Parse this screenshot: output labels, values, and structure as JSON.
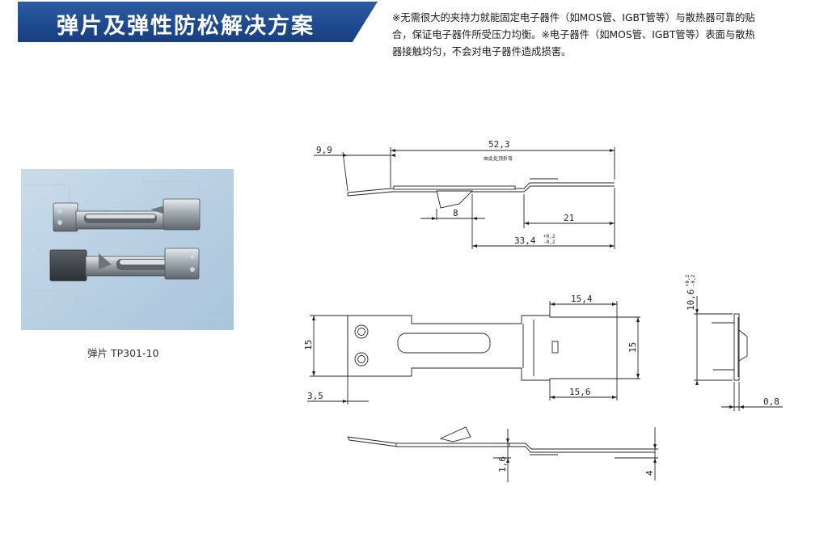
{
  "header": {
    "title": "弹片及弹性防松解决方案"
  },
  "description": {
    "line1": "※无需很大的夹持力就能固定电子器件（如MOS管、IGBT管等）与散热器可靠的贴",
    "line2": "合，保证电子器件所受压力均衡。※电子器件（如MOS管、IGBT管等）表面与散热",
    "line3": "器接触均匀，不会对电子器件造成损害。"
  },
  "photo": {
    "caption": "弹片  TP301-10"
  },
  "drawing": {
    "top_view": {
      "dim_9_9": "9,9",
      "dim_52_3": "52,3",
      "bend_note": "由此处顶折弯",
      "dim_8": "8",
      "dim_21": "21",
      "dim_33_4": "33,4",
      "tol_33_4_upper": "+0,2",
      "tol_33_4_lower": "-0,2"
    },
    "plan_view": {
      "dim_15_4": "15,4",
      "dim_15_left": "15",
      "dim_15_right": "15",
      "dim_3_5": "3,5",
      "dim_15_6": "15,6"
    },
    "side_view": {
      "dim_10_6": "10,6",
      "tol_10_6_upper": "+0,2",
      "tol_10_6_lower": "-0,2",
      "dim_0_8": "0,8"
    },
    "bottom_view": {
      "dim_1_6": "1,6",
      "dim_4": "4"
    }
  },
  "colors": {
    "header_blue": "#1f4b91",
    "photo_background": "#bcd3e6",
    "line": "#222222"
  }
}
